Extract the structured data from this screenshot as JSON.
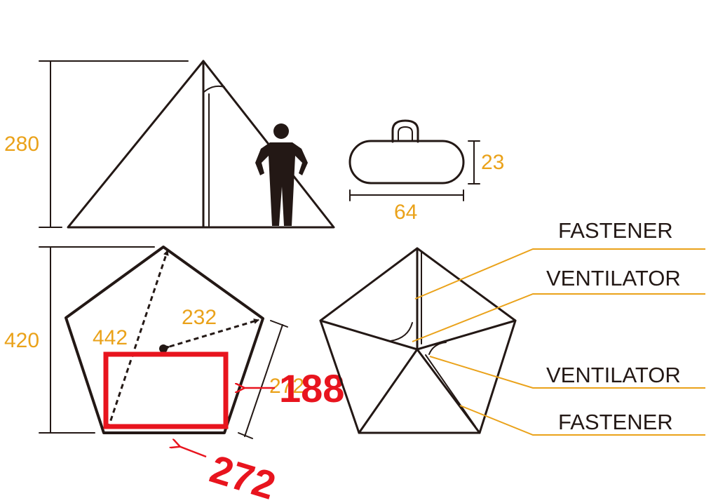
{
  "dimensions": {
    "height": "280",
    "bag_height": "23",
    "bag_length": "64",
    "floor_depth": "420",
    "diagonal": "442",
    "pole_to_side": "232",
    "side_length": "272"
  },
  "parts": {
    "fastener_top": "FASTENER",
    "ventilator_top": "VENTILATOR",
    "ventilator_bottom": "VENTILATOR",
    "fastener_bottom": "FASTENER"
  },
  "annotations": {
    "box_width": "188",
    "box_length": "272"
  },
  "colors": {
    "ink": "#231815",
    "dimension": "#eaa21a",
    "annotation": "#e8141e"
  }
}
